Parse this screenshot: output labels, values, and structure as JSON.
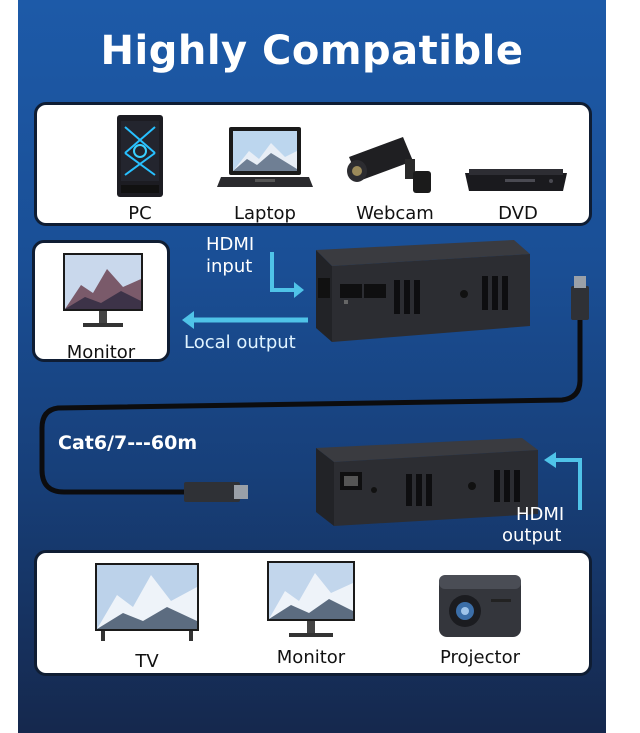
{
  "title": "Highly Compatible",
  "sources": {
    "pc_label": "PC",
    "laptop_label": "Laptop",
    "webcam_label": "Webcam",
    "dvd_label": "DVD"
  },
  "local": {
    "monitor_label": "Monitor",
    "hdmi_input_line1": "HDMI",
    "hdmi_input_line2": "input",
    "local_output": "Local output"
  },
  "cable": {
    "length_label": "Cat6/7---60m"
  },
  "receiver": {
    "hdmi_output_line1": "HDMI",
    "hdmi_output_line2": "output"
  },
  "outputs": {
    "tv_label": "TV",
    "monitor_label": "Monitor",
    "projector_label": "Projector"
  },
  "colors": {
    "accent_cyan": "#4fc3e8",
    "panel_border": "#0f1d33",
    "bg_top": "#1d5aa8",
    "bg_bottom": "#15284d"
  }
}
